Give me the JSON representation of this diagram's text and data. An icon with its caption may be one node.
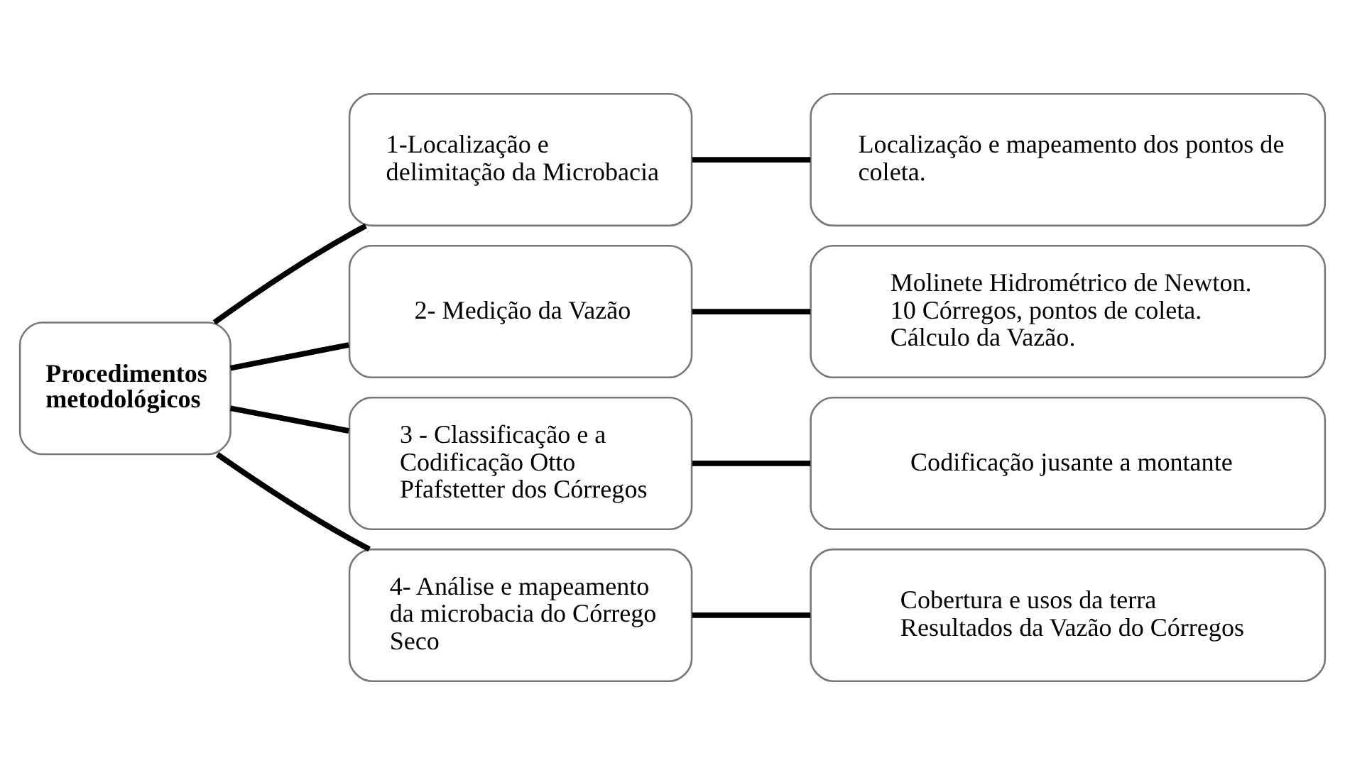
{
  "diagram": {
    "nodes": [
      {
        "text": [
          "Procedimentos metodológicos"
        ]
      },
      {
        "text": [
          "1-Localização e delimitação da Microbacia"
        ]
      },
      {
        "text": [
          "Localização e mapeamento dos pontos de coleta."
        ]
      },
      {
        "text": [
          "2- Medição da Vazão"
        ]
      },
      {
        "text": [
          "Molinete Hidrométrico de Newton.",
          "10 Córregos, pontos de coleta.",
          "Cálculo da Vazão."
        ]
      },
      {
        "text": [
          "3 - Classificação e a Codificação Otto Pfafstetter dos Córregos"
        ]
      },
      {
        "text": [
          "Codificação jusante a montante"
        ]
      },
      {
        "text": [
          "4- Análise e mapeamento da microbacia do Córrego Seco"
        ]
      },
      {
        "text": [
          "Cobertura e usos da terra",
          "Resultados da Vazão do Córregos"
        ]
      }
    ],
    "edges": [
      {
        "from": 0,
        "to": 1,
        "arrow": "none"
      },
      {
        "from": 0,
        "to": 3,
        "arrow": "none"
      },
      {
        "from": 0,
        "to": 5,
        "arrow": "none"
      },
      {
        "from": 0,
        "to": 7,
        "arrow": "none"
      },
      {
        "from": 1,
        "to": 2,
        "arrow": "none"
      },
      {
        "from": 3,
        "to": 4,
        "arrow": "none"
      },
      {
        "from": 5,
        "to": 6,
        "arrow": "none"
      },
      {
        "from": 7,
        "to": 8,
        "arrow": "none"
      }
    ]
  }
}
